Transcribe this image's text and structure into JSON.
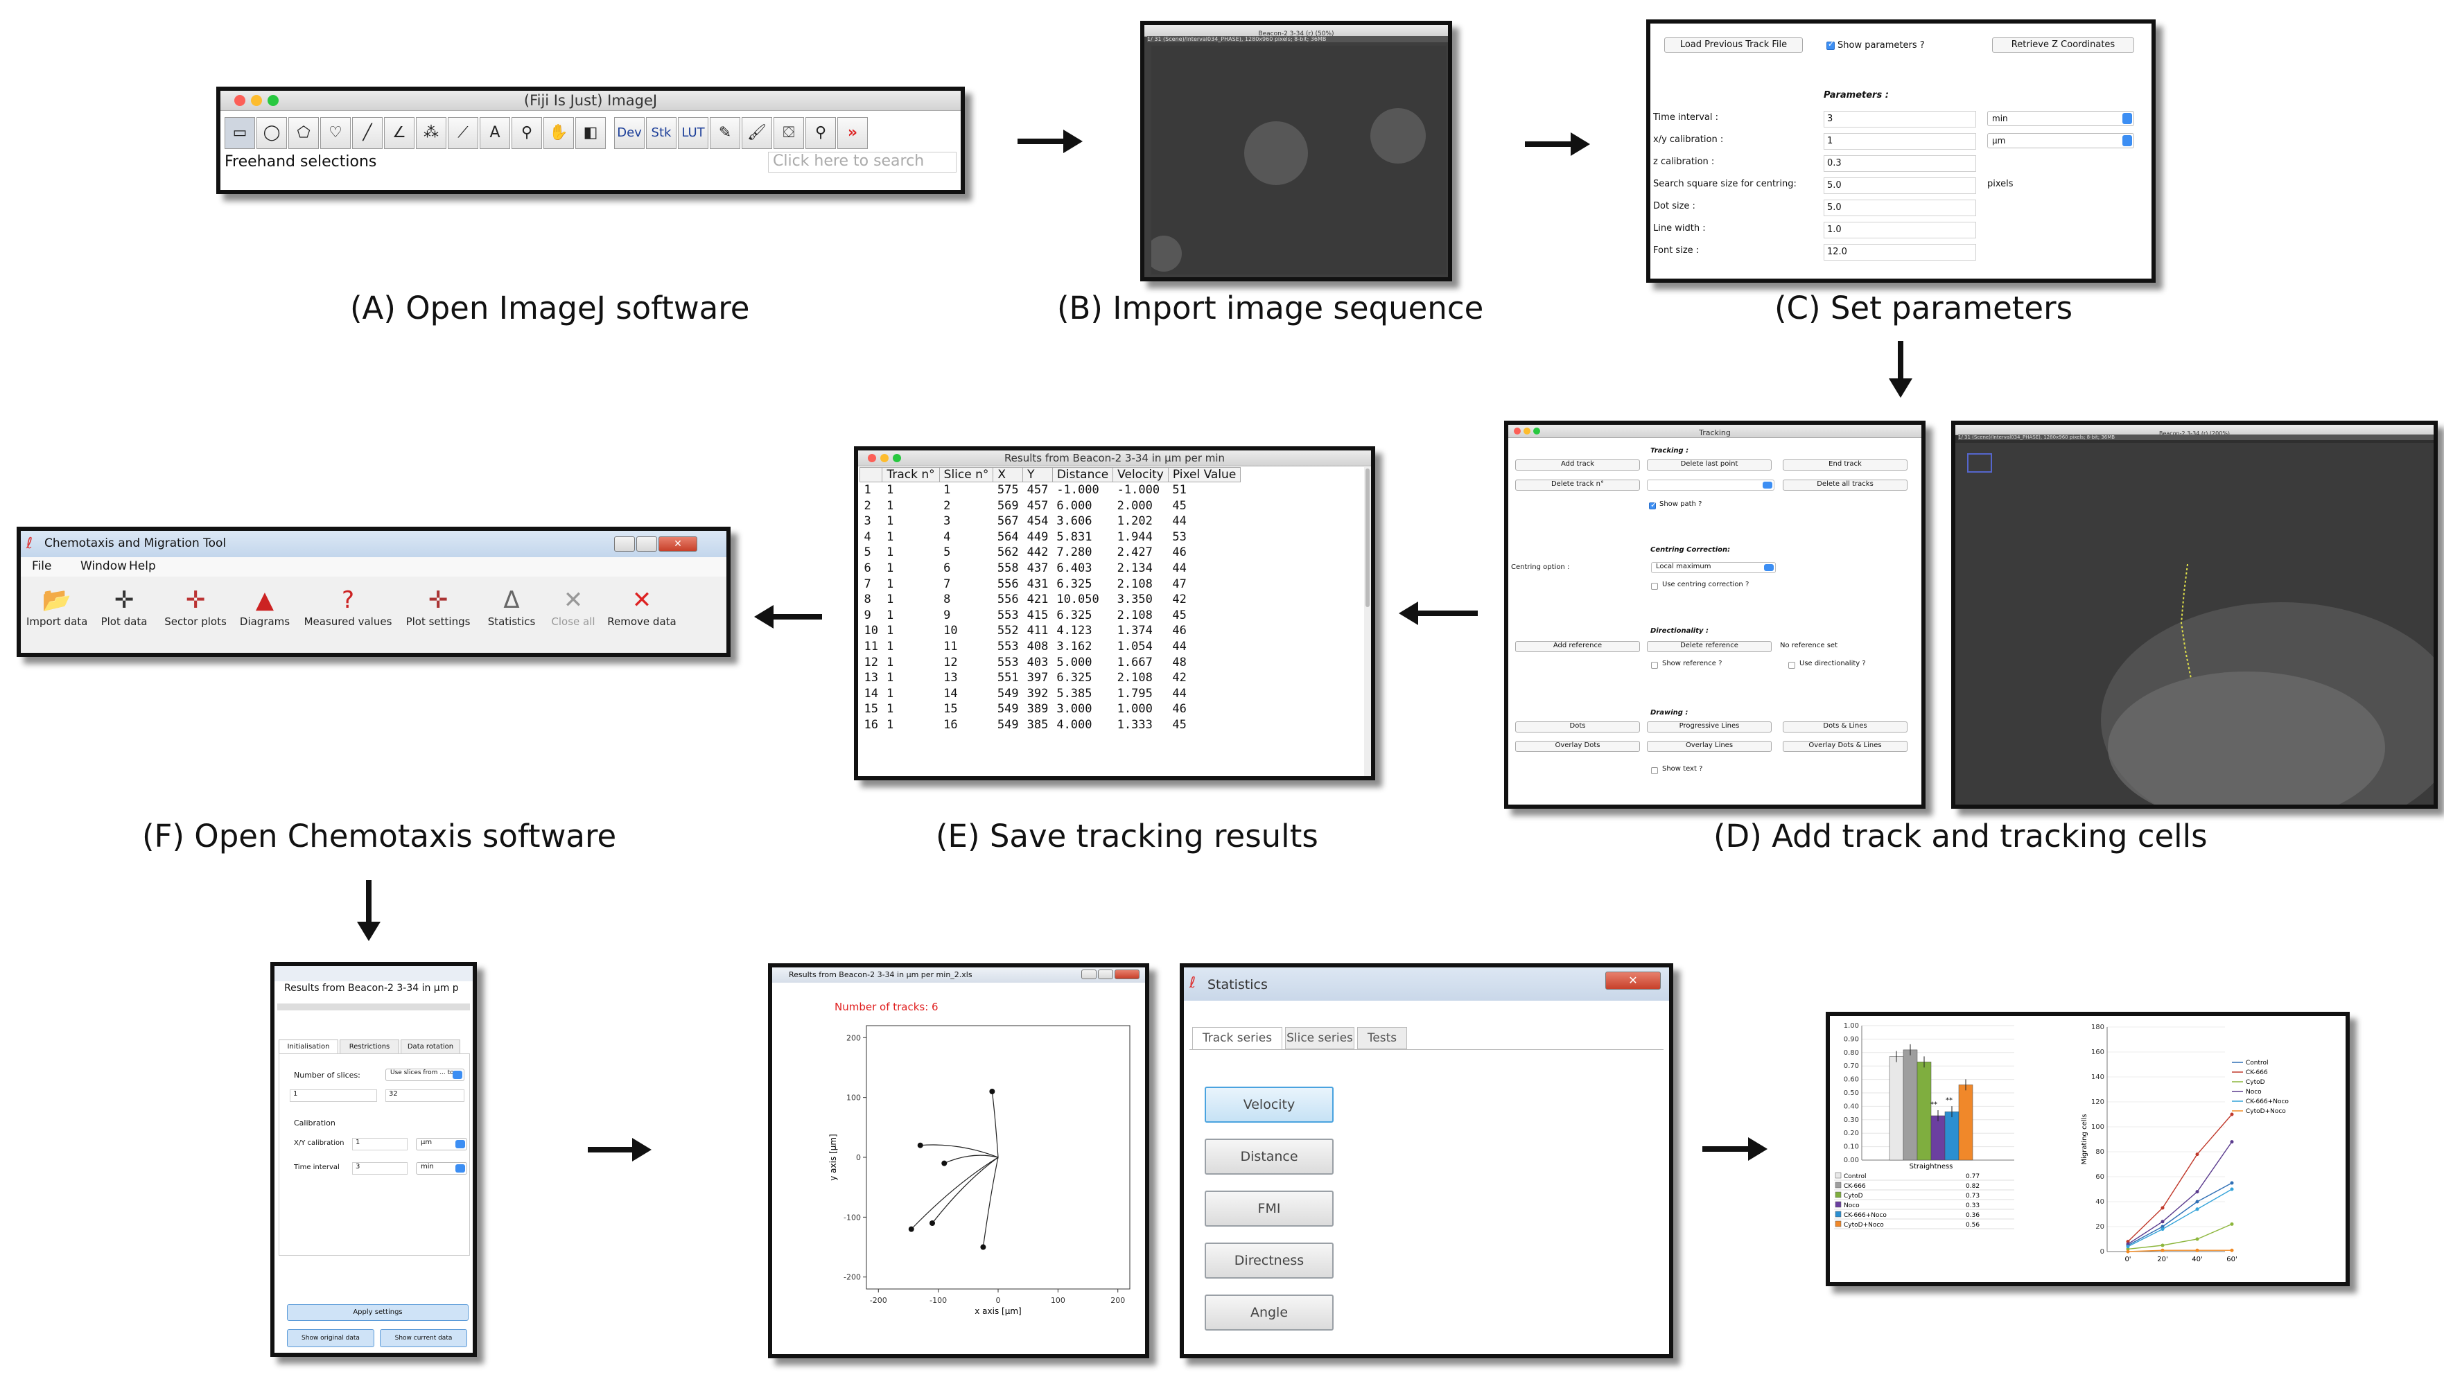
{
  "captions": {
    "a": "(A) Open ImageJ software",
    "b": "(B) Import image sequence",
    "c": "(C) Set parameters",
    "d": "(D) Add track and tracking cells",
    "e": "(E) Save tracking results",
    "f": "(F) Open Chemotaxis software"
  },
  "imagej": {
    "title": "(Fiji Is Just) ImageJ",
    "status": "Freehand selections",
    "search_placeholder": "Click here to search",
    "dev": "Dev",
    "stk": "Stk",
    "lut": "LUT",
    "text_tool": "A"
  },
  "import_window": {
    "title": "Beacon-2 3-34 (r) (50%)",
    "info": "1/ 31 (Scene)/Interval034_PHASE), 1280x960 pixels; 8-bit; 36MB"
  },
  "params": {
    "load_btn": "Load Previous Track File",
    "show_params": "Show parameters ?",
    "retrieve_btn": "Retrieve Z Coordinates",
    "heading": "Parameters :",
    "rows": [
      {
        "label": "Time interval :",
        "value": "3",
        "unit": "min"
      },
      {
        "label": "x/y calibration :",
        "value": "1",
        "unit": "µm"
      },
      {
        "label": "z calibration :",
        "value": "0.3",
        "unit": ""
      },
      {
        "label": "Search square size for centring:",
        "value": "5.0",
        "unit": "pixels"
      },
      {
        "label": "Dot size :",
        "value": "5.0",
        "unit": ""
      },
      {
        "label": "Line width :",
        "value": "1.0",
        "unit": ""
      },
      {
        "label": "Font size :",
        "value": "12.0",
        "unit": ""
      }
    ]
  },
  "tracking": {
    "title": "Tracking",
    "tracking_h": "Tracking :",
    "add_track": "Add track",
    "delete_last": "Delete last point",
    "end_track": "End track",
    "delete_track": "Delete track n°",
    "delete_all": "Delete all tracks",
    "show_path": "Show path ?",
    "centring_h": "Centring Correction:",
    "centring_opt": "Centring option :",
    "local_max": "Local maximum",
    "use_centring": "Use centring correction ?",
    "direct_h": "Directionality :",
    "add_ref": "Add reference",
    "delete_ref": "Delete reference",
    "no_ref": "No reference set",
    "show_ref": "Show reference ?",
    "use_dir": "Use directionality ?",
    "drawing_h": "Drawing :",
    "dots": "Dots",
    "prog_lines": "Progressive Lines",
    "dots_lines": "Dots & Lines",
    "overlay_dots": "Overlay Dots",
    "overlay_lines": "Overlay Lines",
    "overlay_dots_lines": "Overlay Dots & Lines",
    "show_text": "Show text ?"
  },
  "cells_window": {
    "title": "Beacon-2 3-34 (r) (200%)",
    "info": "1/ 31 (Scene)/Interval034_PHASE), 1280x960 pixels; 8-bit; 36MB"
  },
  "results": {
    "title": "Results from Beacon-2 3-34 in µm per min",
    "headers": [
      "",
      "Track n°",
      "Slice n°",
      "X",
      "Y",
      "Distance",
      "Velocity",
      "Pixel Value"
    ],
    "rows": [
      [
        "1",
        "1",
        "1",
        "575",
        "457",
        "-1.000",
        "-1.000",
        "51"
      ],
      [
        "2",
        "1",
        "2",
        "569",
        "457",
        "6.000",
        "2.000",
        "45"
      ],
      [
        "3",
        "1",
        "3",
        "567",
        "454",
        "3.606",
        "1.202",
        "44"
      ],
      [
        "4",
        "1",
        "4",
        "564",
        "449",
        "5.831",
        "1.944",
        "53"
      ],
      [
        "5",
        "1",
        "5",
        "562",
        "442",
        "7.280",
        "2.427",
        "46"
      ],
      [
        "6",
        "1",
        "6",
        "558",
        "437",
        "6.403",
        "2.134",
        "44"
      ],
      [
        "7",
        "1",
        "7",
        "556",
        "431",
        "6.325",
        "2.108",
        "47"
      ],
      [
        "8",
        "1",
        "8",
        "556",
        "421",
        "10.050",
        "3.350",
        "42"
      ],
      [
        "9",
        "1",
        "9",
        "553",
        "415",
        "6.325",
        "2.108",
        "45"
      ],
      [
        "10",
        "1",
        "10",
        "552",
        "411",
        "4.123",
        "1.374",
        "46"
      ],
      [
        "11",
        "1",
        "11",
        "553",
        "408",
        "3.162",
        "1.054",
        "44"
      ],
      [
        "12",
        "1",
        "12",
        "553",
        "403",
        "5.000",
        "1.667",
        "48"
      ],
      [
        "13",
        "1",
        "13",
        "551",
        "397",
        "6.325",
        "2.108",
        "42"
      ],
      [
        "14",
        "1",
        "14",
        "549",
        "392",
        "5.385",
        "1.795",
        "44"
      ],
      [
        "15",
        "1",
        "15",
        "549",
        "389",
        "3.000",
        "1.000",
        "46"
      ],
      [
        "16",
        "1",
        "16",
        "549",
        "385",
        "4.000",
        "1.333",
        "45"
      ]
    ]
  },
  "chemotaxis": {
    "title": "Chemotaxis and Migration Tool",
    "menu": [
      "File",
      "Window",
      "Help"
    ],
    "tools": [
      "Import data",
      "Plot data",
      "Sector plots",
      "Diagrams",
      "Measured values",
      "Plot settings",
      "Statistics",
      "Close all",
      "Remove data"
    ]
  },
  "init_window": {
    "title": "Results from Beacon-2 3-34 in µm p",
    "tabs": [
      "Initialisation",
      "Restrictions",
      "Data rotation"
    ],
    "num_slices": "Number of slices:",
    "slices_opt": "Use slices from ... to",
    "from": "1",
    "to": "32",
    "calibration": "Calibration",
    "xy_cal": "X/Y calibration",
    "xy_val": "1",
    "xy_unit": "µm",
    "time_int": "Time interval",
    "time_val": "3",
    "time_unit": "min",
    "apply": "Apply settings",
    "show_orig": "Show original data",
    "show_curr": "Show current data"
  },
  "plot_window": {
    "title": "Results from Beacon-2 3-34 in µm per min_2.xls",
    "tracks_label": "Number of tracks: 6",
    "xlabel": "x axis [µm]",
    "ylabel": "y axis [µm]",
    "ticks": [
      "-200",
      "-100",
      "0",
      "100",
      "200"
    ]
  },
  "statistics": {
    "title": "Statistics",
    "tabs": [
      "Track series",
      "Slice series",
      "Tests"
    ],
    "buttons": [
      "Velocity",
      "Distance",
      "FMI",
      "Directness",
      "Angle"
    ]
  },
  "chart_data": [
    {
      "type": "bar",
      "categories": [
        "Straightness"
      ],
      "ylim": [
        0,
        1.0
      ],
      "yticks": [
        "1.00",
        "0.90",
        "0.80",
        "0.70",
        "0.60",
        "0.50",
        "0.40",
        "0.30",
        "0.20",
        "0.10",
        "0.00"
      ],
      "series": [
        {
          "name": "Control",
          "values": [
            0.77
          ],
          "color": "#e8e8e8"
        },
        {
          "name": "CK-666",
          "values": [
            0.82
          ],
          "color": "#9e9e9e"
        },
        {
          "name": "CytoD",
          "values": [
            0.73
          ],
          "color": "#7fae3f"
        },
        {
          "name": "Noco",
          "values": [
            0.33
          ],
          "color": "#6b3fa0"
        },
        {
          "name": "CK-666+Noco",
          "values": [
            0.36
          ],
          "color": "#2b8fd1"
        },
        {
          "name": "CytoD+Noco",
          "values": [
            0.56
          ],
          "color": "#f0882a"
        }
      ],
      "table_values": [
        "0.77",
        "0.82",
        "0.73",
        "0.33",
        "0.36",
        "0.56"
      ],
      "annotations": [
        "**",
        "**"
      ]
    },
    {
      "type": "line",
      "ylabel": "Migrating cells",
      "x": [
        "0'",
        "20'",
        "40'",
        "60'"
      ],
      "ylim": [
        0,
        180
      ],
      "yticks": [
        "180",
        "160",
        "140",
        "120",
        "100",
        "80",
        "60",
        "40",
        "20",
        "0"
      ],
      "series": [
        {
          "name": "Control",
          "values": [
            5,
            20,
            40,
            55
          ],
          "color": "#2f6fb5"
        },
        {
          "name": "CK-666",
          "values": [
            8,
            35,
            78,
            110
          ],
          "color": "#c0392b"
        },
        {
          "name": "CytoD",
          "values": [
            2,
            5,
            10,
            22
          ],
          "color": "#8cb63c"
        },
        {
          "name": "Noco",
          "values": [
            6,
            24,
            48,
            88
          ],
          "color": "#5b3c8e"
        },
        {
          "name": "CK-666+Noco",
          "values": [
            4,
            18,
            34,
            50
          ],
          "color": "#34a3d9"
        },
        {
          "name": "CytoD+Noco",
          "values": [
            0,
            1,
            1,
            1
          ],
          "color": "#f08a24"
        }
      ]
    }
  ]
}
